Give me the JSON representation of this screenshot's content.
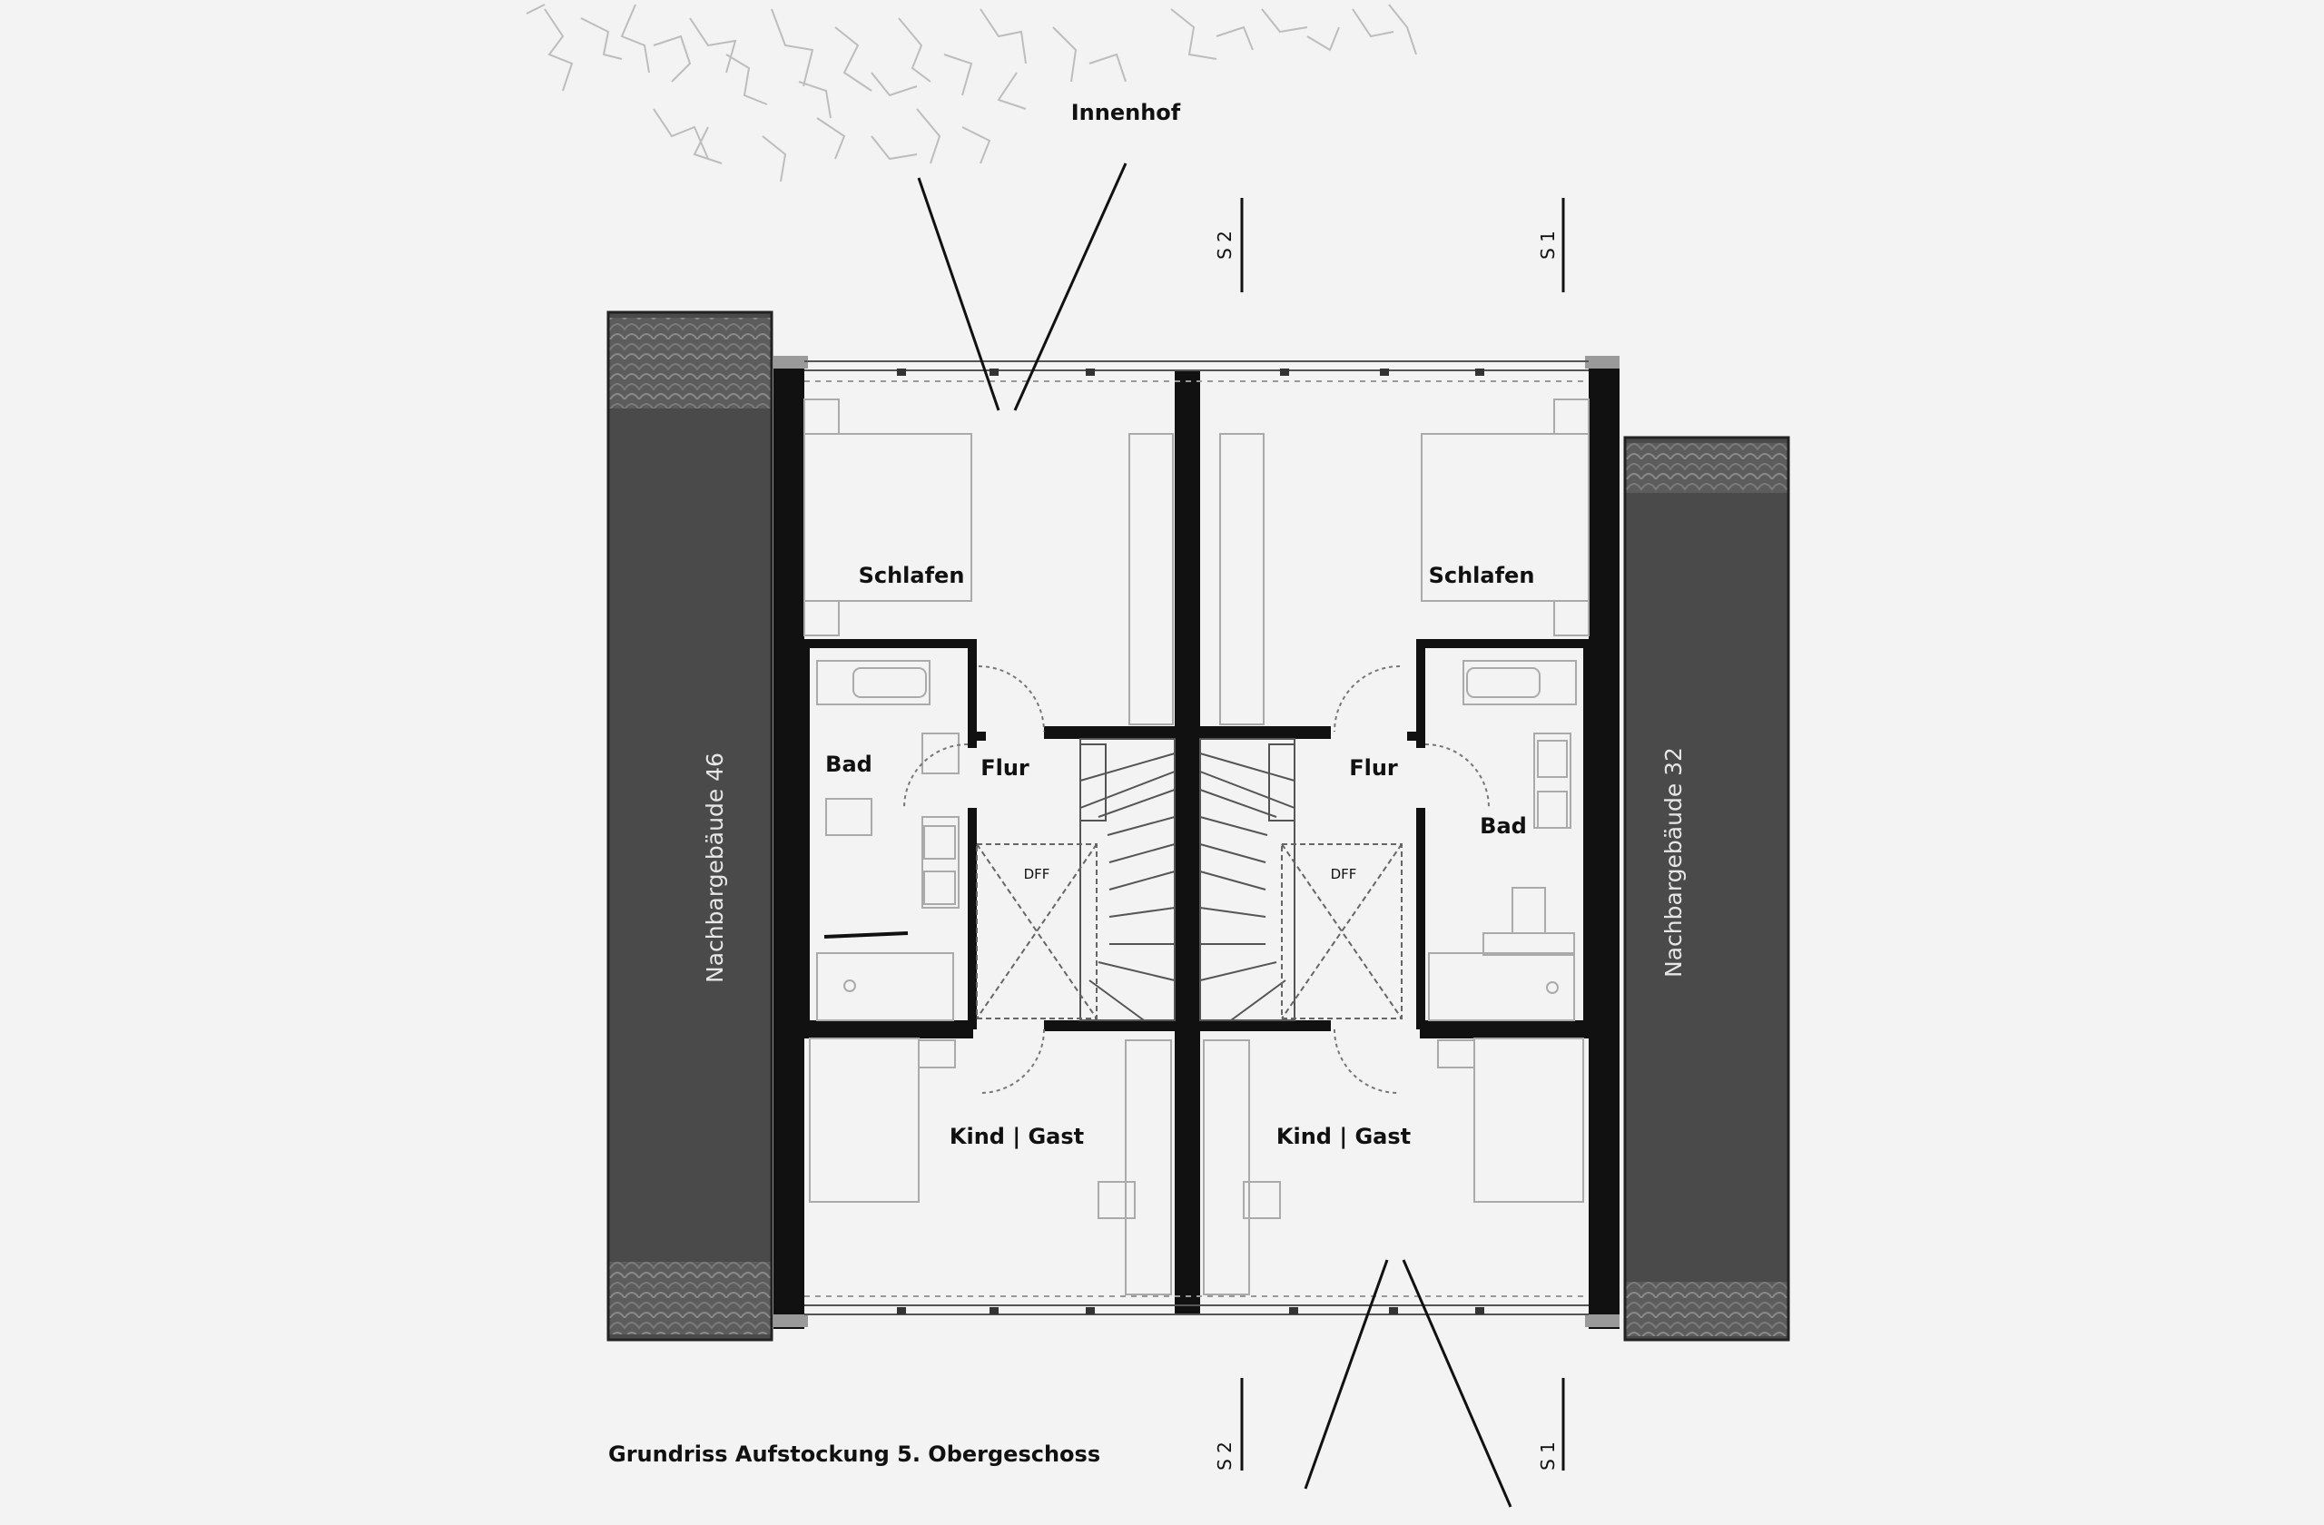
{
  "header": {
    "courtyard_label": "Innenhof"
  },
  "sections": {
    "s1": "S 1",
    "s2": "S 2"
  },
  "neighbors": {
    "left": "Nachbargebäude 46",
    "right": "Nachbargebäude 32"
  },
  "rooms": {
    "left": {
      "bedroom": "Schlafen",
      "bath": "Bad",
      "hall": "Flur",
      "child": "Kind | Gast",
      "skylight": "DFF"
    },
    "right": {
      "bedroom": "Schlafen",
      "bath": "Bad",
      "hall": "Flur",
      "child": "Kind | Gast",
      "skylight": "DFF"
    }
  },
  "footer": {
    "caption": "Grundriss Aufstockung 5. Obergeschoss"
  },
  "colors": {
    "background": "#f3f3f3",
    "neighbor_fill": "#4a4a4a",
    "wall": "#111111",
    "roof_tile": "#5a5a5a"
  }
}
